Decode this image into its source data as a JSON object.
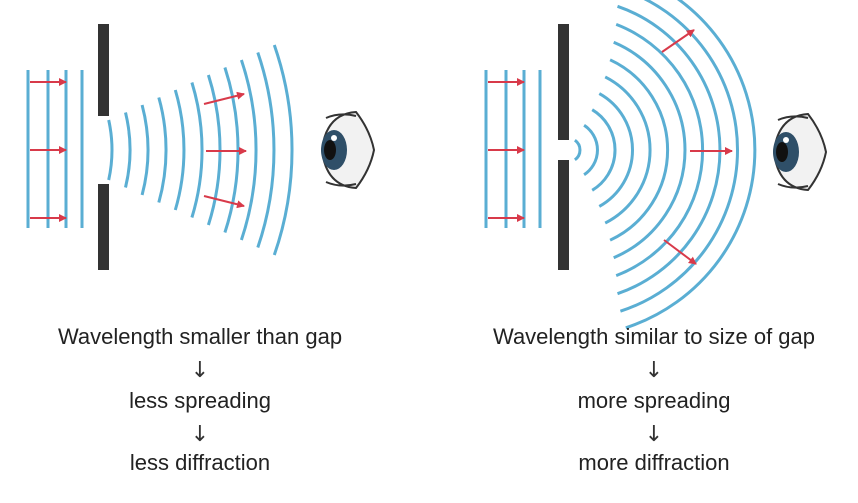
{
  "colors": {
    "wave": "#5aaed3",
    "barrier": "#333333",
    "arrow": "#d83a4a",
    "text": "#222222"
  },
  "panels": [
    {
      "id": "left",
      "line1": "Wavelength smaller than gap",
      "line2": "less spreading",
      "line3": "less diffraction",
      "arrow_glyph": "↓",
      "gap_size": "wide",
      "eye_icon": "eye-icon"
    },
    {
      "id": "right",
      "line1": "Wavelength similar to size of gap",
      "line2": "more spreading",
      "line3": "more diffraction",
      "arrow_glyph": "↓",
      "gap_size": "narrow",
      "eye_icon": "eye-icon"
    }
  ]
}
